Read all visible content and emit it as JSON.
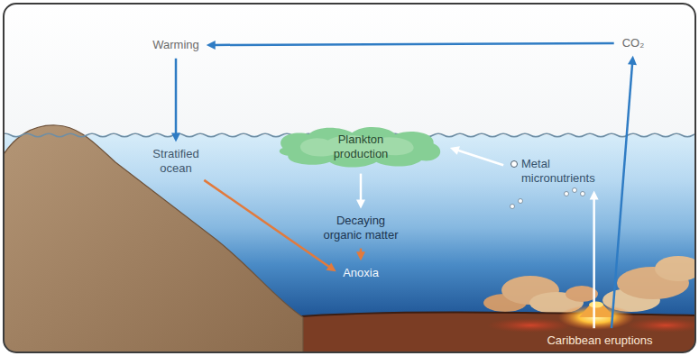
{
  "diagram": {
    "nodes": [
      {
        "text": [
          "Warming"
        ]
      },
      {
        "text": [
          "CO₂"
        ]
      },
      {
        "text": [
          "Stratified ocean"
        ]
      },
      {
        "text": [
          "Plankton production"
        ]
      },
      {
        "text": [
          "Metal micronutrients"
        ]
      },
      {
        "text": [
          "Decaying organic matter"
        ]
      },
      {
        "text": [
          "Anoxia"
        ]
      },
      {
        "text": [
          "Caribbean eruptions"
        ]
      }
    ],
    "edges": [
      {
        "from": 1,
        "to": 0,
        "arrow": "to"
      },
      {
        "from": 0,
        "to": 2,
        "arrow": "to"
      },
      {
        "from": 2,
        "to": 6,
        "arrow": "to"
      },
      {
        "from": 3,
        "to": 5,
        "arrow": "to"
      },
      {
        "from": 5,
        "to": 6,
        "arrow": "to"
      },
      {
        "from": 4,
        "to": 3,
        "arrow": "to"
      },
      {
        "from": 7,
        "to": 4,
        "arrow": "to"
      },
      {
        "from": 7,
        "to": 1,
        "arrow": "to"
      }
    ]
  }
}
